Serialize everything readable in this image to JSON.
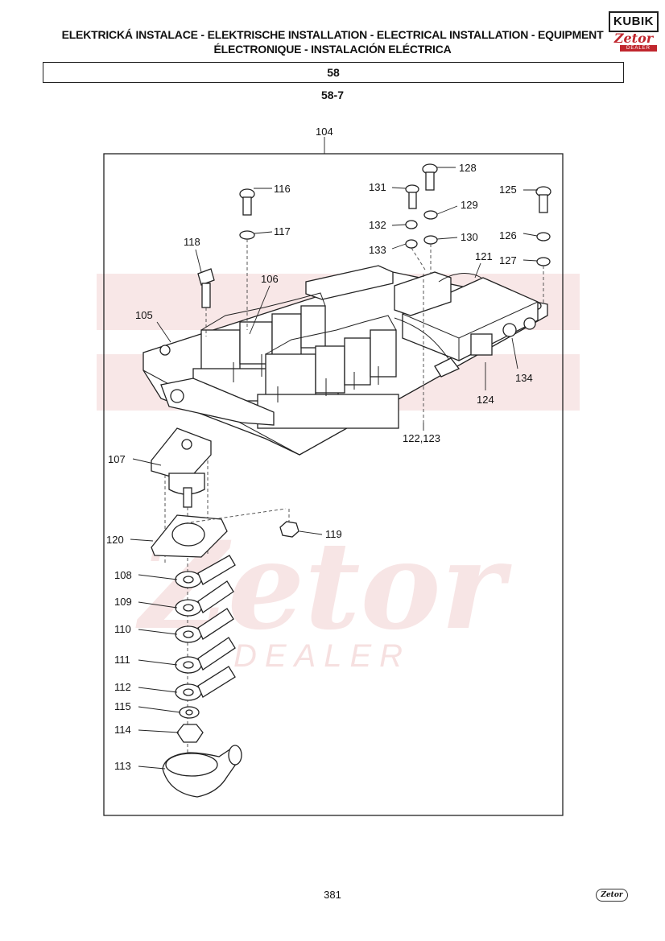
{
  "header": {
    "title_line1": "ELEKTRICKÁ INSTALACE - ELEKTRISCHE INSTALLATION - ELECTRICAL INSTALLATION - EQUIPMENT",
    "title_line2": "ÉLECTRONIQUE - INSTALACIÓN ELÉCTRICA",
    "section": "58",
    "subsection": "58-7"
  },
  "logos": {
    "kubik": "KUBIK",
    "zetor": "Zetor",
    "dealer": "DEALER",
    "footer_zetor": "Zetor"
  },
  "watermark": {
    "word1": "Zetor",
    "word2": "DEALER"
  },
  "page_number": "381",
  "callouts": {
    "c104": "104",
    "c105": "105",
    "c106": "106",
    "c107": "107",
    "c108": "108",
    "c109": "109",
    "c110": "110",
    "c111": "111",
    "c112": "112",
    "c113": "113",
    "c114": "114",
    "c115": "115",
    "c116": "116",
    "c117": "117",
    "c118": "118",
    "c119": "119",
    "c120": "120",
    "c121": "121",
    "c122_123": "122,123",
    "c124": "124",
    "c125": "125",
    "c126": "126",
    "c127": "127",
    "c128": "128",
    "c129": "129",
    "c130": "130",
    "c131": "131",
    "c132": "132",
    "c133": "133",
    "c134": "134"
  }
}
